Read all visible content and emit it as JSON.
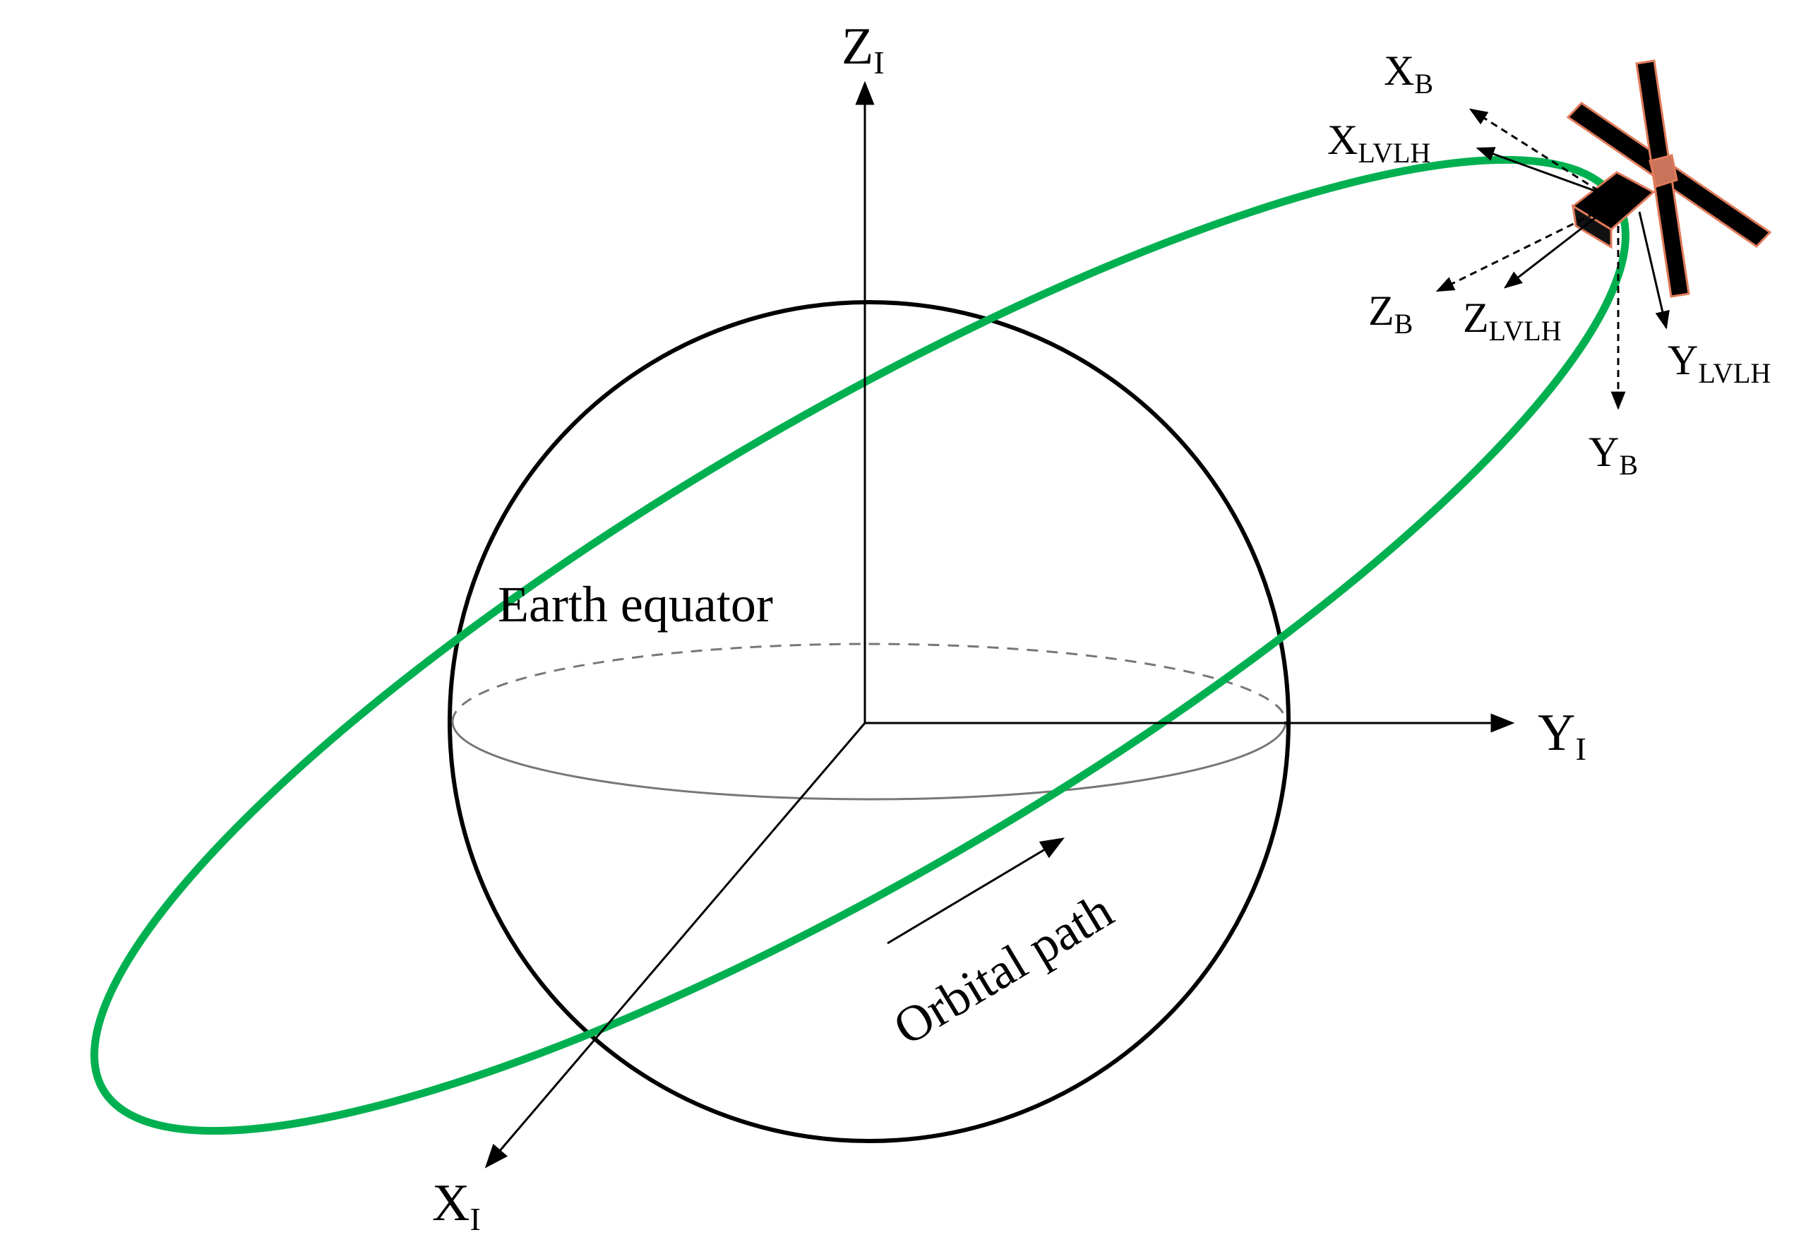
{
  "labels": {
    "z_inertial": {
      "main": "Z",
      "sub": "I"
    },
    "y_inertial": {
      "main": "Y",
      "sub": "I"
    },
    "x_inertial": {
      "main": "X",
      "sub": "I"
    },
    "x_body": {
      "main": "X",
      "sub": "B"
    },
    "x_lvlh": {
      "main": "X",
      "sub": "LVLH"
    },
    "z_body": {
      "main": "Z",
      "sub": "B"
    },
    "z_lvlh": {
      "main": "Z",
      "sub": "LVLH"
    },
    "y_lvlh": {
      "main": "Y",
      "sub": "LVLH"
    },
    "y_body": {
      "main": "Y",
      "sub": "B"
    },
    "equator": "Earth equator",
    "orbit": "Orbital path"
  },
  "colors": {
    "orbit": "#00b050",
    "earth_outline": "#000000",
    "equator_line": "#777777",
    "satellite_body": "#000000",
    "satellite_edge": "#e07a5a",
    "satellite_core": "#c8735a"
  }
}
